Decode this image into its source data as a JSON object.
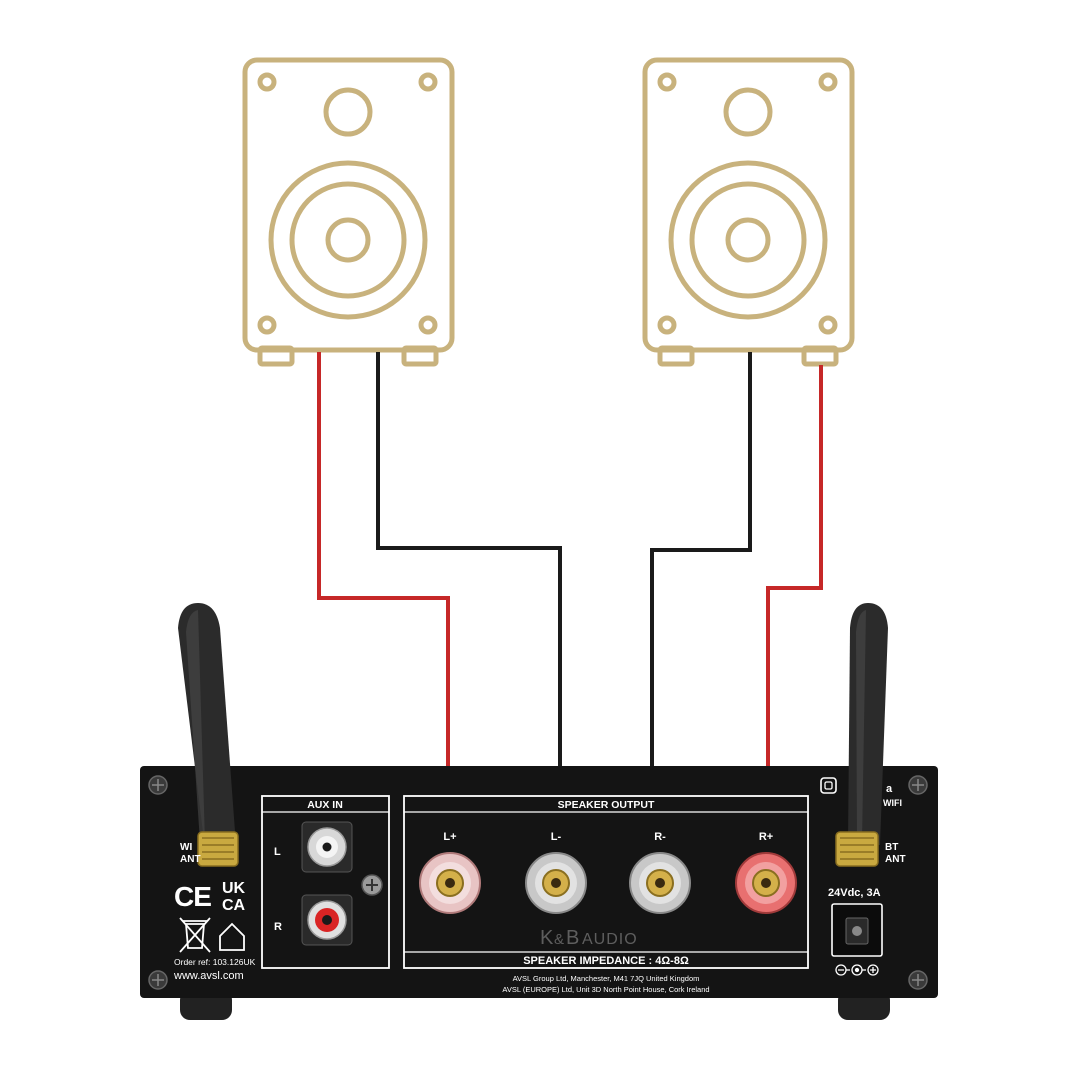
{
  "colors": {
    "speaker_outline": "#c8b27d",
    "wire_positive": "#c62828",
    "wire_negative": "#1a1a1a",
    "amp_body": "#141414",
    "amp_text": "#ffffff",
    "gold": "#d4b04a",
    "red_binding": "#e85a5a"
  },
  "icons": {
    "left_speaker": "bookshelf-speaker-icon",
    "right_speaker": "bookshelf-speaker-icon",
    "wifi_antenna": "antenna-icon",
    "bt_antenna": "antenna-icon",
    "app_icon": "rounded-square-icon",
    "weee": "crossed-bin-icon",
    "house": "house-icon",
    "polarity": "dc-polarity-icon"
  },
  "amp": {
    "wifi_label_1": "WI",
    "wifi_label_2": "ANT",
    "bt_label_1": "BT",
    "bt_label_2": "ANT",
    "wifi_top": "WIFI",
    "app_text": "a",
    "ce_mark": "CE",
    "ukca_line1": "UK",
    "ukca_line2": "CA",
    "order_ref": "Order ref: 103.126UK",
    "website": "www.avsl.com",
    "aux_in": "AUX IN",
    "aux_l": "L",
    "aux_r": "R",
    "speaker_output": "SPEAKER OUTPUT",
    "terminals": [
      "L+",
      "L-",
      "R-",
      "R+"
    ],
    "brand_k": "K",
    "brand_amp": "&",
    "brand_b": "B",
    "brand_audio": "AUDIO",
    "impedance": "SPEAKER IMPEDANCE : 4Ω-8Ω",
    "address_1": "AVSL Group Ltd, Manchester, M41 7JQ United Kingdom",
    "address_2": "AVSL (EUROPE) Ltd, Unit 3D North Point House, Cork Ireland",
    "power_label": "24Vdc, 3A"
  }
}
